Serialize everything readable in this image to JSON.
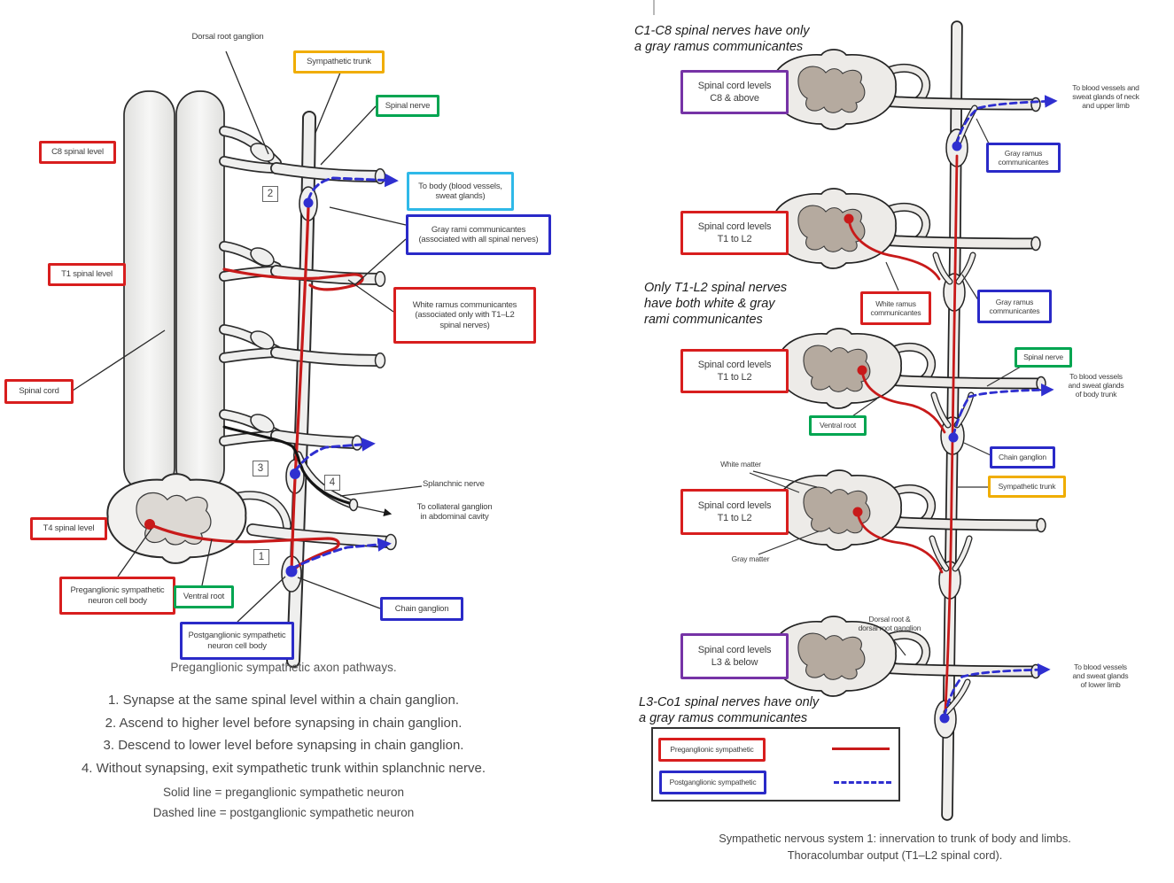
{
  "palette": {
    "label_red": "#d81e1e",
    "label_blue": "#2a2ac8",
    "label_green": "#00a551",
    "label_yellow": "#f0ad00",
    "label_cyan": "#2fb9e8",
    "label_purple": "#7633a6",
    "pathway_red": "#c81a1a",
    "pathway_blue": "#2f2fd0",
    "gray_matter": "#b5aa9f",
    "artwork_fill": "#efefee",
    "ink": "#2b2b2b"
  },
  "left": {
    "labels": {
      "dorsal_root_ganglion": "Dorsal root ganglion",
      "sympathetic_trunk": "Sympathetic trunk",
      "spinal_nerve": "Spinal nerve",
      "c8_level": "C8 spinal level",
      "to_body": "To body (blood vessels,\nsweat glands)",
      "gray_rami": "Gray rami communicantes\n(associated with all spinal nerves)",
      "t1_level": "T1 spinal level",
      "white_ramus": "White ramus communicantes\n(associated only with T1–L2\nspinal nerves)",
      "spinal_cord": "Spinal cord",
      "splanchnic": "Splanchnic nerve",
      "collateral": "To collateral ganglion\nin abdominal cavity",
      "t4_level": "T4 spinal level",
      "preganglionic": "Preganglionic sympathetic\nneuron cell body",
      "ventral_root": "Ventral root",
      "chain_ganglion": "Chain ganglion",
      "postganglionic": "Postganglionic sympathetic\nneuron cell body"
    },
    "numbers": {
      "n1": "1",
      "n2": "2",
      "n3": "3",
      "n4": "4"
    },
    "caption": "Preganglionic sympathetic axon pathways.",
    "pathways": [
      "1. Synapse at the same spinal level within a chain ganglion.",
      "2. Ascend to higher level before synapsing in chain ganglion.",
      "3. Descend to lower level before synapsing in chain ganglion.",
      "4. Without synapsing, exit sympathetic trunk within splanchnic nerve."
    ],
    "legend": [
      "Solid line = preganglionic sympathetic neuron",
      "Dashed line = postganglionic sympathetic neuron"
    ]
  },
  "right": {
    "notes": {
      "top": "C1-C8 spinal nerves have only\na gray ramus communicantes",
      "middle": "Only T1-L2 spinal nerves\nhave both white & gray\nrami communicantes",
      "bottom": "L3-Co1 spinal nerves have only\na gray ramus communicantes"
    },
    "level_boxes": {
      "c8": "Spinal cord levels\nC8 & above",
      "t1l2": "Spinal cord levels\nT1 to L2",
      "l3": "Spinal cord levels\nL3 & below"
    },
    "labels": {
      "to_neck": "To blood vessels and\nsweat glands of neck\nand upper limb",
      "gray_ramus_1": "Gray ramus\ncommunicantes",
      "white_ramus": "White ramus\ncommunicantes",
      "gray_ramus_2": "Gray ramus\ncommunicantes",
      "spinal_nerve": "Spinal nerve",
      "to_trunk": "To blood vessels\nand sweat glands\nof body trunk",
      "ventral_root": "Ventral root",
      "chain_ganglion": "Chain ganglion",
      "sympathetic_trunk": "Sympathetic trunk",
      "white_matter": "White matter",
      "gray_matter": "Gray matter",
      "dorsal_root": "Dorsal root &\ndorsal root ganglion",
      "to_lower": "To blood vessels\nand sweat glands\nof lower limb"
    },
    "legend": {
      "preganglionic": "Preganglionic sympathetic",
      "postganglionic": "Postganglionic sympathetic"
    },
    "caption": "Sympathetic nervous system 1: innervation to trunk of body and limbs.\nThoracolumbar output (T1–L2 spinal cord)."
  }
}
